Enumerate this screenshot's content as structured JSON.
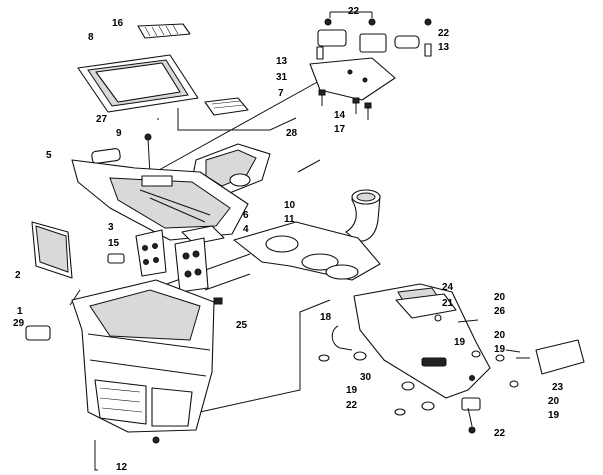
{
  "callouts": [
    "16",
    "8",
    "22",
    "22",
    "13",
    "13",
    "31",
    "7",
    "14",
    "17",
    "27",
    "9",
    "28",
    "5",
    "6",
    "4",
    "3",
    "15",
    "2",
    "10",
    "11",
    "1",
    "29",
    "25",
    "12",
    "24",
    "21",
    "18",
    "20",
    "26",
    "20",
    "19",
    "19",
    "30",
    "19",
    "22",
    "23",
    "20",
    "19",
    "22"
  ]
}
